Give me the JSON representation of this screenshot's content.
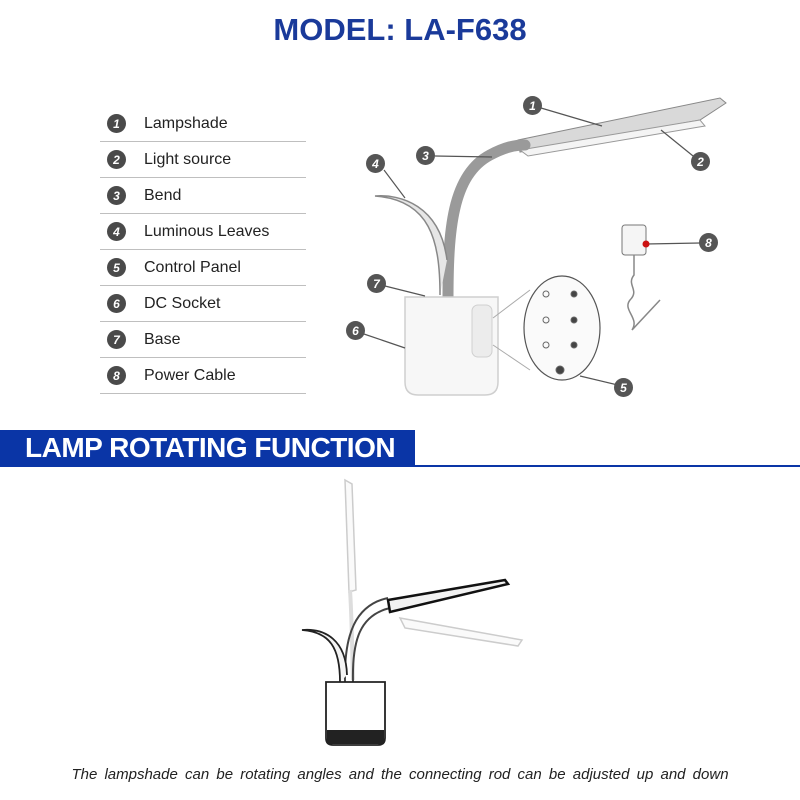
{
  "header": {
    "title": "MODEL: LA-F638"
  },
  "parts": [
    {
      "num": "1",
      "label": "Lampshade"
    },
    {
      "num": "2",
      "label": "Light source"
    },
    {
      "num": "3",
      "label": "Bend"
    },
    {
      "num": "4",
      "label": "Luminous Leaves"
    },
    {
      "num": "5",
      "label": "Control Panel"
    },
    {
      "num": "6",
      "label": "DC Socket"
    },
    {
      "num": "7",
      "label": "Base"
    },
    {
      "num": "8",
      "label": "Power Cable"
    }
  ],
  "callouts": [
    "1",
    "2",
    "3",
    "4",
    "5",
    "6",
    "7",
    "8"
  ],
  "section": {
    "title": "LAMP ROTATING FUNCTION"
  },
  "caption": "The lampshade can be rotating angles and the connecting rod can be adjusted up and down",
  "colors": {
    "brand_blue": "#0a35a6",
    "title_blue": "#1a3a9a",
    "callout_gray": "#555555"
  }
}
